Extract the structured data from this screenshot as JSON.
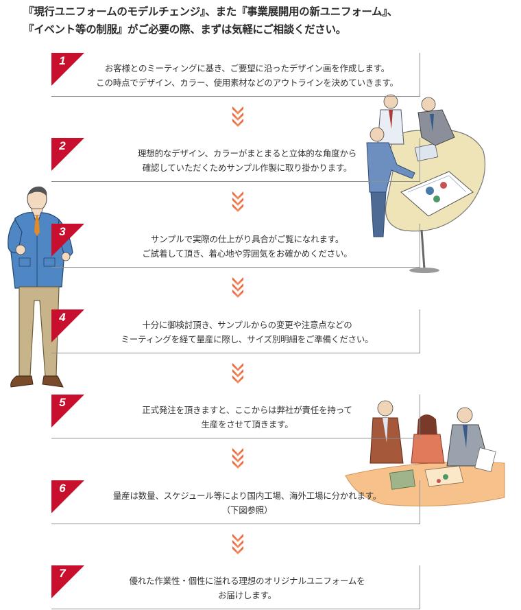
{
  "intro": {
    "line1": "『現行ユニフォームのモデルチェンジ』、また『事業展開用の新ユニフォーム』、",
    "line2": "『イベント等の制服』がご必要の際、まずは気軽にご相談ください。"
  },
  "colors": {
    "badge": "#c8102e",
    "arrow_top": "#e8522f",
    "arrow_bottom": "#f39a6a",
    "rule": "#8f8f8f"
  },
  "steps": [
    {
      "number": "1",
      "line1": "お客様とのミーティングに基き、ご要望に沿ったデザイン画を作成します。",
      "line2": "この時点でデザイン、カラー、使用素材などのアウトラインを決めていきます。"
    },
    {
      "number": "2",
      "line1": "理想的なデザイン、カラーがまとまると立体的な角度から",
      "line2": "確認していただくためサンプル作製に取り掛かります。"
    },
    {
      "number": "3",
      "line1": "サンプルで実際の仕上がり具合がご覧になれます。",
      "line2": "ご試着して頂き、着心地や雰囲気をお確かめください。"
    },
    {
      "number": "4",
      "line1": "十分に御検討頂き、サンプルからの変更や注意点などの",
      "line2": "ミーティングを経て量産に際し、サイズ別明細をご準備ください。"
    },
    {
      "number": "5",
      "line1": "正式発注を頂きますと、ここからは弊社が責任を持って",
      "line2": "生産をさせて頂きます。"
    },
    {
      "number": "6",
      "line1": "量産は数量、スケジュール等により国内工場、海外工場に分かれます。",
      "line2": "（下図参照）"
    },
    {
      "number": "7",
      "line1": "優れた作業性・個性に溢れる理想のオリジナルユニフォームを",
      "line2": "お届けします。"
    }
  ]
}
